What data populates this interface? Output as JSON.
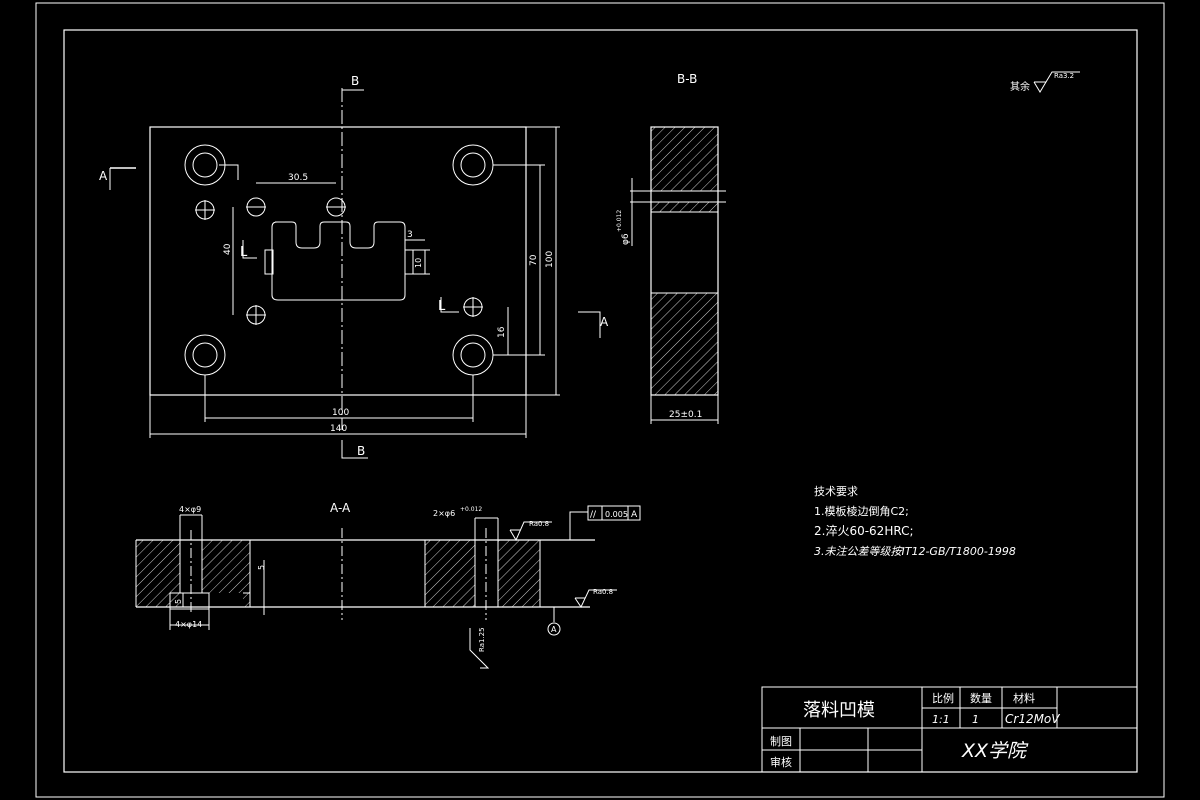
{
  "sections": {
    "section_a": "A",
    "section_b": "B",
    "view_bb": "B-B",
    "view_aa": "A-A"
  },
  "roughness": {
    "other": "其余",
    "ra32": "Ra3.2",
    "ra08_top": "Ra0.8",
    "ra08_bottom": "Ra0.8",
    "ra16": "Ra1.25"
  },
  "dims": {
    "d305": "30.5",
    "d40": "40",
    "d3": "3",
    "d10": "10",
    "d70": "70",
    "d100v": "100",
    "d16": "16",
    "d100h": "100",
    "d140": "140",
    "d25": "25±0.1",
    "dphi6": "φ6",
    "dphi6_tol": "+0.012",
    "aa_4x9": "4×φ9",
    "aa_4x14": "4×φ14",
    "aa_5a": "5",
    "aa_5b": "5",
    "aa_2x6": "2×φ6",
    "aa_2x6_tol": "+0.012"
  },
  "tolerance": {
    "symbol": "//",
    "value": "0.005",
    "datum": "A"
  },
  "tech": {
    "title": "技术要求",
    "line1": "1.模板棱边倒角C2;",
    "line2": "2.淬火60-62HRC;",
    "line3": "3.未注公差等级按IT12-GB/T1800-1998"
  },
  "title_block": {
    "part_name": "落料凹模",
    "scale_label": "比例",
    "qty_label": "数量",
    "material_label": "材料",
    "scale_value": "1:1",
    "qty_value": "1",
    "material_value": "Cr12MoV",
    "drawn_label": "制图",
    "checked_label": "审核",
    "school": "XX学院"
  }
}
